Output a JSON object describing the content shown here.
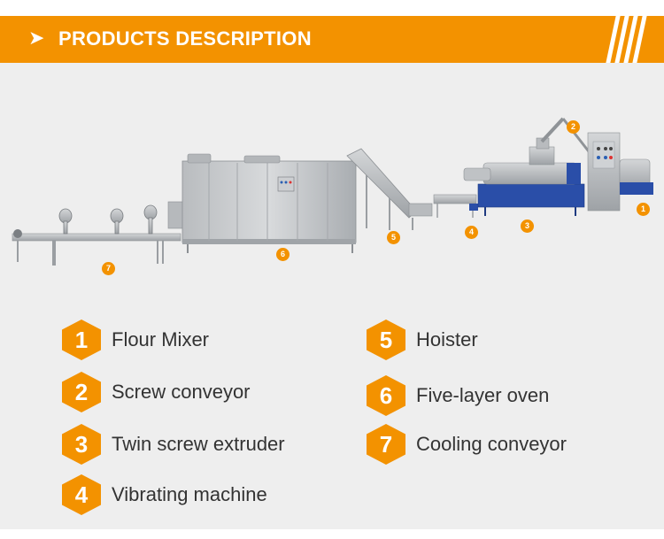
{
  "header": {
    "arrow_glyph": "➤",
    "title": "PRODUCTS DESCRIPTION",
    "color": "#f39200"
  },
  "diagram": {
    "markers": [
      "1",
      "2",
      "3",
      "4",
      "5",
      "6",
      "7"
    ]
  },
  "legend": [
    {
      "number": "1",
      "label": "Flour Mixer"
    },
    {
      "number": "2",
      "label": "Screw conveyor"
    },
    {
      "number": "3",
      "label": "Twin screw extruder"
    },
    {
      "number": "4",
      "label": "Vibrating machine"
    },
    {
      "number": "5",
      "label": "Hoister"
    },
    {
      "number": "6",
      "label": "Five-layer oven"
    },
    {
      "number": "7",
      "label": "Cooling conveyor"
    }
  ]
}
